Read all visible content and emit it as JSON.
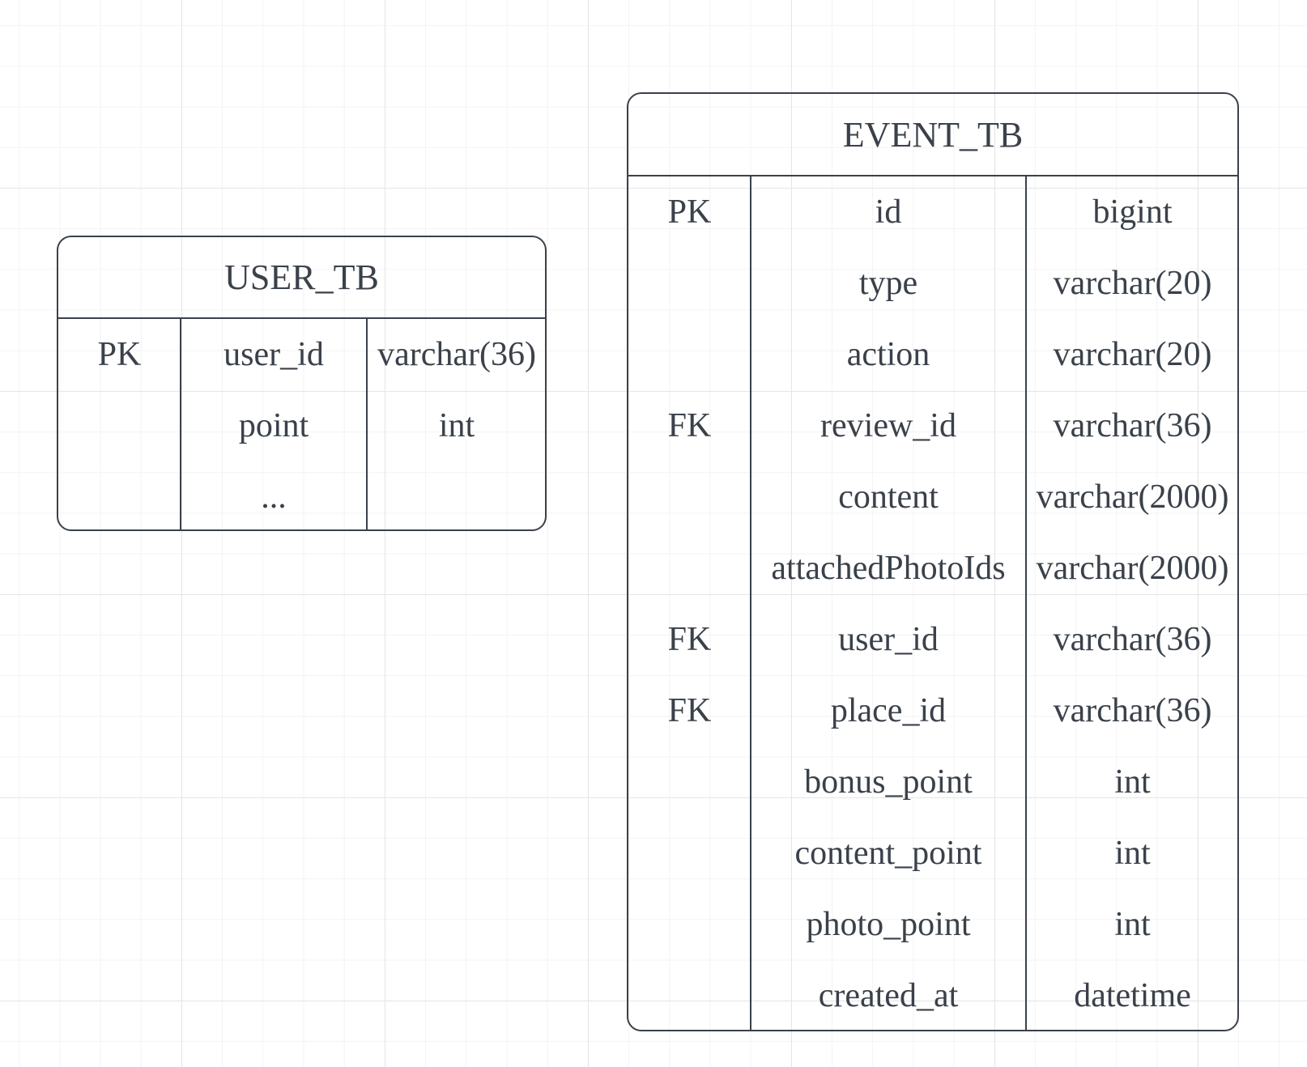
{
  "diagram": {
    "entities": [
      {
        "id": "user-tb",
        "name": "USER_TB",
        "columns": [
          {
            "key": "PK",
            "name": "user_id",
            "type": "varchar(36)"
          },
          {
            "key": "",
            "name": "point",
            "type": "int"
          },
          {
            "key": "",
            "name": "...",
            "type": ""
          }
        ]
      },
      {
        "id": "event-tb",
        "name": "EVENT_TB",
        "columns": [
          {
            "key": "PK",
            "name": "id",
            "type": "bigint"
          },
          {
            "key": "",
            "name": "type",
            "type": "varchar(20)"
          },
          {
            "key": "",
            "name": "action",
            "type": "varchar(20)"
          },
          {
            "key": "FK",
            "name": "review_id",
            "type": "varchar(36)"
          },
          {
            "key": "",
            "name": "content",
            "type": "varchar(2000)"
          },
          {
            "key": "",
            "name": "attachedPhotoIds",
            "type": "varchar(2000)"
          },
          {
            "key": "FK",
            "name": "user_id",
            "type": "varchar(36)"
          },
          {
            "key": "FK",
            "name": "place_id",
            "type": "varchar(36)"
          },
          {
            "key": "",
            "name": "bonus_point",
            "type": "int"
          },
          {
            "key": "",
            "name": "content_point",
            "type": "int"
          },
          {
            "key": "",
            "name": "photo_point",
            "type": "int"
          },
          {
            "key": "",
            "name": "created_at",
            "type": "datetime"
          }
        ]
      }
    ],
    "colors": {
      "stroke": "#3a414a",
      "text": "#3a414a",
      "grid_major": "#e6e6e6",
      "grid_minor": "#f3f3f3",
      "background": "#ffffff"
    }
  }
}
